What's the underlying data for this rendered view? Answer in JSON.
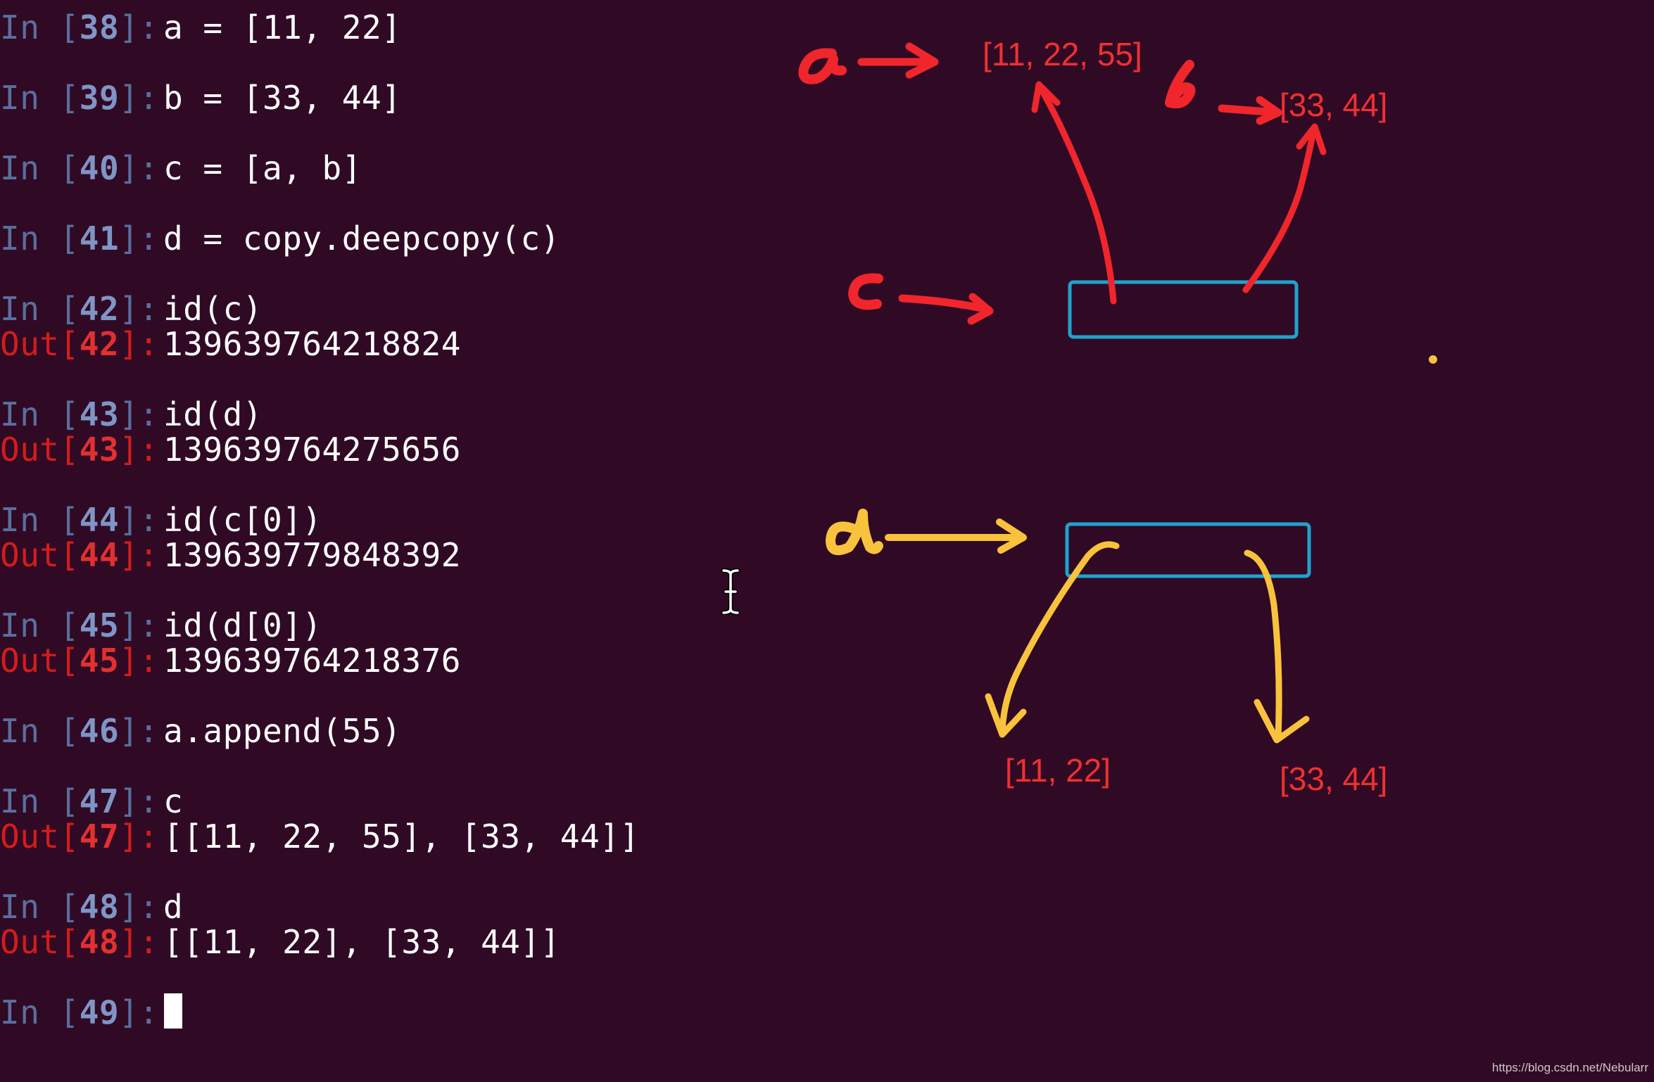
{
  "terminal": {
    "prompt_in": "In ",
    "prompt_out": "Out",
    "lines": [
      {
        "kind": "in",
        "num": "38",
        "code": "a = [11, 22]"
      },
      {
        "kind": "in",
        "num": "39",
        "code": "b = [33, 44]"
      },
      {
        "kind": "in",
        "num": "40",
        "code": "c = [a, b]"
      },
      {
        "kind": "in",
        "num": "41",
        "code": "d = copy.deepcopy(c)"
      },
      {
        "kind": "in",
        "num": "42",
        "code": "id(c)"
      },
      {
        "kind": "out",
        "num": "42",
        "code": "139639764218824"
      },
      {
        "kind": "in",
        "num": "43",
        "code": "id(d)"
      },
      {
        "kind": "out",
        "num": "43",
        "code": "139639764275656"
      },
      {
        "kind": "in",
        "num": "44",
        "code": "id(c[0])"
      },
      {
        "kind": "out",
        "num": "44",
        "code": "139639779848392"
      },
      {
        "kind": "in",
        "num": "45",
        "code": "id(d[0])"
      },
      {
        "kind": "out",
        "num": "45",
        "code": "139639764218376"
      },
      {
        "kind": "in",
        "num": "46",
        "code": "a.append(55)"
      },
      {
        "kind": "in",
        "num": "47",
        "code": "c"
      },
      {
        "kind": "out",
        "num": "47",
        "code": "[[11, 22, 55], [33, 44]]"
      },
      {
        "kind": "in",
        "num": "48",
        "code": "d"
      },
      {
        "kind": "out",
        "num": "48",
        "code": "[[11, 22], [33, 44]]"
      },
      {
        "kind": "in",
        "num": "49",
        "code": ""
      }
    ]
  },
  "annotations": {
    "handwritten": {
      "a": "a",
      "b": "b",
      "c": "c",
      "d": "d"
    },
    "list_a_modified": "[11, 22, 55]",
    "list_b": "[33, 44]",
    "list_a_copy": "[11, 22]",
    "list_b_copy": "[33, 44]",
    "colors": {
      "red": "#f0262c",
      "yellow": "#f9c23c",
      "box": "#1fa3d0"
    }
  },
  "watermark": "https://blog.csdn.net/Nebularr"
}
